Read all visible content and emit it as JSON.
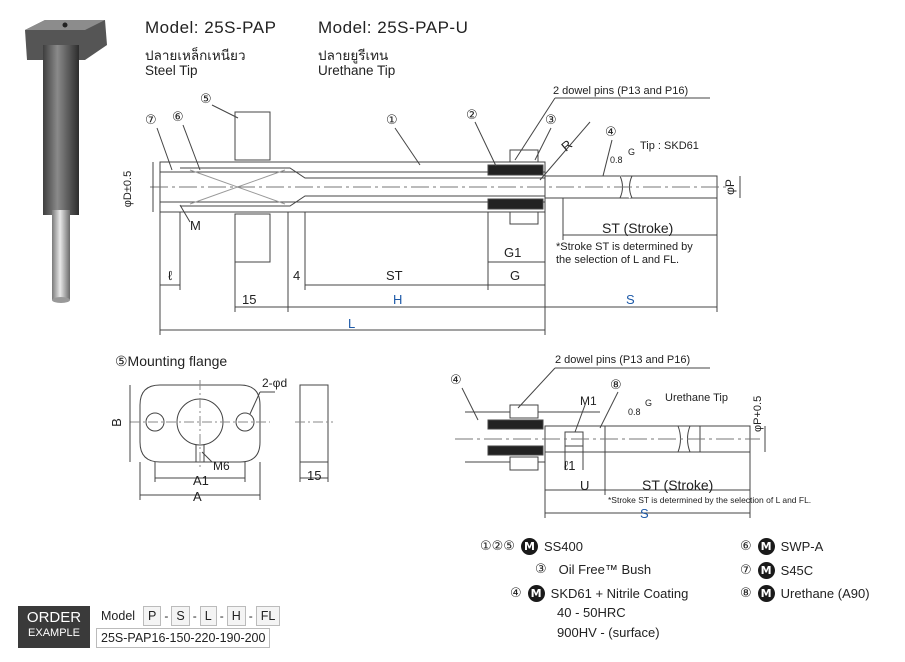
{
  "header": {
    "model_a": "Model: 25S-PAP",
    "model_a_thai": "ปลายเหล็กเหนียว",
    "model_a_tip": "Steel Tip",
    "model_b": "Model: 25S-PAP-U",
    "model_b_thai": "ปลายยูรีเทน",
    "model_b_tip": "Urethane Tip"
  },
  "main_drawing": {
    "dowel_note": "2 dowel pins (P13 and P16)",
    "tip_note": "Tip : SKD61",
    "callouts": [
      "⑦",
      "⑥",
      "⑤",
      "①",
      "②",
      "③",
      "④"
    ],
    "dia_d": "φD±0.5",
    "dia_p": "φP",
    "label_m": "M",
    "label_r": "R",
    "roughness": "0.8",
    "roughness_g": "G",
    "stroke": "ST (Stroke)",
    "stroke_note_1": "*Stroke ST is determined by",
    "stroke_note_2": "the selection of L and FL.",
    "dim_l_small": "ℓ",
    "dim_4": "4",
    "dim_st": "ST",
    "dim_g1": "G1",
    "dim_g": "G",
    "dim_15": "15",
    "dim_h": "H",
    "dim_s": "S",
    "dim_L": "L"
  },
  "flange": {
    "title": "⑤Mounting flange",
    "hole_label": "2-φd",
    "m6": "M6",
    "dim_b": "B",
    "dim_a1": "A1",
    "dim_a": "A",
    "dim_15": "15"
  },
  "urethane_drawing": {
    "dowel_note": "2 dowel pins (P13 and P16)",
    "callout_4": "④",
    "callout_8": "⑧",
    "m1": "M1",
    "tip_label": "Urethane Tip",
    "roughness": "0.8",
    "roughness_g": "G",
    "dia_p": "φP+0.5",
    "l1": "ℓ1",
    "dim_u": "U",
    "stroke": "ST (Stroke)",
    "stroke_note": "*Stroke ST is determined by the selection of L and FL.",
    "dim_s": "S"
  },
  "materials": [
    {
      "parts": "①②⑤",
      "name": "SS400"
    },
    {
      "parts": "③",
      "name": "Oil Free™ Bush"
    },
    {
      "parts": "④",
      "name": "SKD61 + Nitrile Coating",
      "extra": [
        "40 - 50HRC",
        "900HV - (surface)"
      ]
    },
    {
      "parts": "⑥",
      "name": "SWP-A"
    },
    {
      "parts": "⑦",
      "name": "S45C"
    },
    {
      "parts": "⑧",
      "name": "Urethane (A90)"
    }
  ],
  "order": {
    "label_1": "ORDER",
    "label_2": "EXAMPLE",
    "model_label": "Model",
    "codes": [
      "P",
      "-",
      "S",
      "-",
      "L",
      "-",
      "H",
      "-",
      "FL"
    ],
    "example": "25S-PAP16-150-220-190-200"
  }
}
